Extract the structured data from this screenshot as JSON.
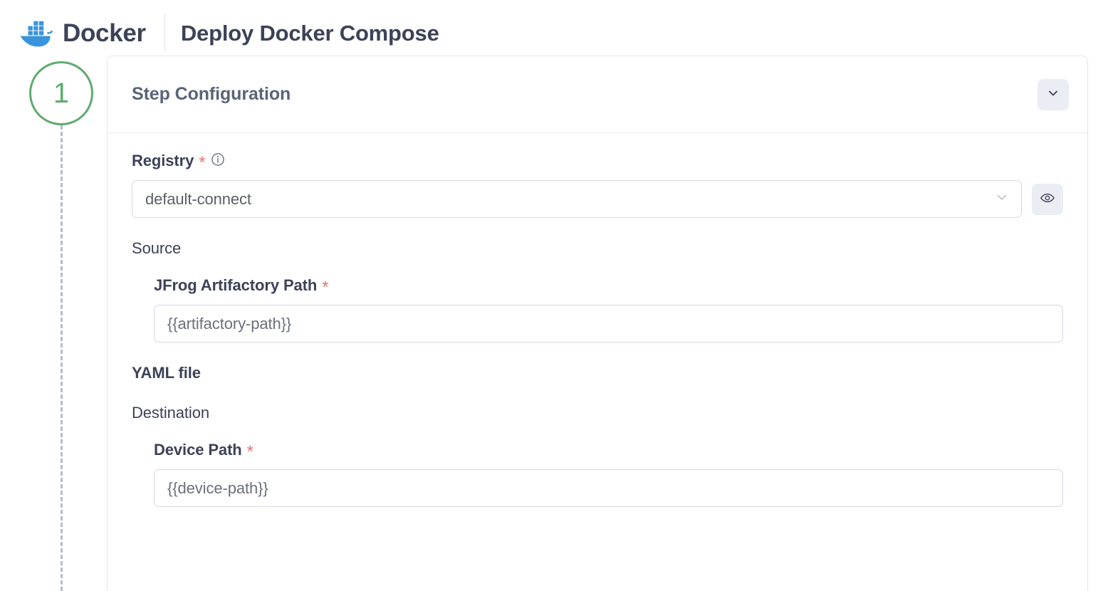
{
  "header": {
    "logo_icon": "docker-whale-icon",
    "brand": "Docker",
    "title": "Deploy Docker Compose"
  },
  "step": {
    "number": "1",
    "circle_color": "#5fab6e",
    "connector_color": "#b6bccd"
  },
  "card": {
    "title": "Step Configuration",
    "collapse_icon": "chevron-down-icon"
  },
  "fields": {
    "registry": {
      "label": "Registry",
      "required_marker": "*",
      "info_icon": "info-circle-icon",
      "value": "default-connect",
      "dropdown_icon": "chevron-down-icon",
      "reveal_icon": "eye-icon"
    },
    "source_section": {
      "label": "Source"
    },
    "artifactory_path": {
      "label": "JFrog Artifactory Path",
      "required_marker": "*",
      "value": "{{artifactory-path}}",
      "placeholder": "{{artifactory-path}}"
    },
    "yaml_file": {
      "label": "YAML file"
    },
    "destination_section": {
      "label": "Destination"
    },
    "device_path": {
      "label": "Device Path",
      "required_marker": "*",
      "value": "{{device-path}}",
      "placeholder": "{{device-path}}"
    }
  },
  "colors": {
    "text_dark": "#3c4257",
    "text_muted": "#5a6478",
    "required_red": "#e8736d",
    "docker_blue": "#3a94dd",
    "step_green": "#5fab6e",
    "border": "#d3d8e4"
  }
}
